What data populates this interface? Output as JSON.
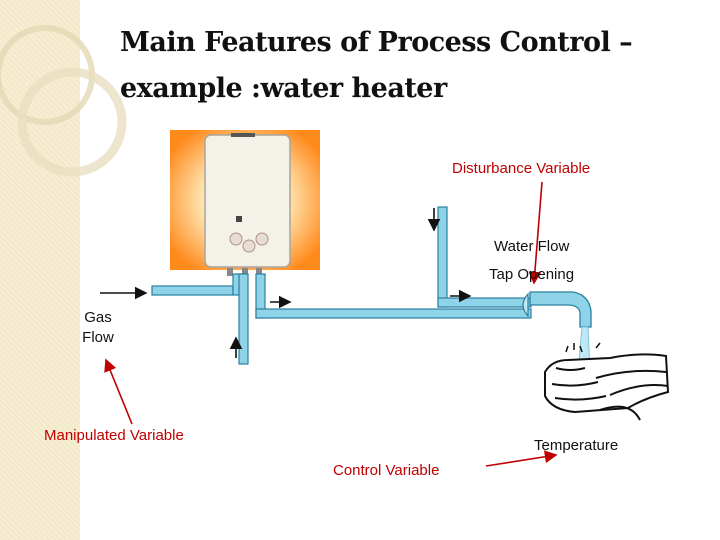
{
  "slide": {
    "title_line1": "Main Features of Process Control –",
    "title_line2": "example :water heater"
  },
  "labels": {
    "disturbance_variable": "Disturbance Variable",
    "water_flow": "Water Flow",
    "tap_opening": "Tap Opening",
    "gas_flow_line1": "Gas",
    "gas_flow_line2": "Flow",
    "manipulated_variable": "Manipulated Variable",
    "temperature": "Temperature",
    "control_variable": "Control Variable"
  },
  "colors": {
    "sidebar": "#f3e9c8",
    "pipe_fill": "#8fd3e8",
    "pipe_stroke": "#2a7fa0",
    "annotation_red": "#c00000",
    "heater_glow": "#ff8a1c"
  },
  "icons": [
    "water-heater-icon",
    "faucet-icon",
    "washing-hands-icon"
  ]
}
